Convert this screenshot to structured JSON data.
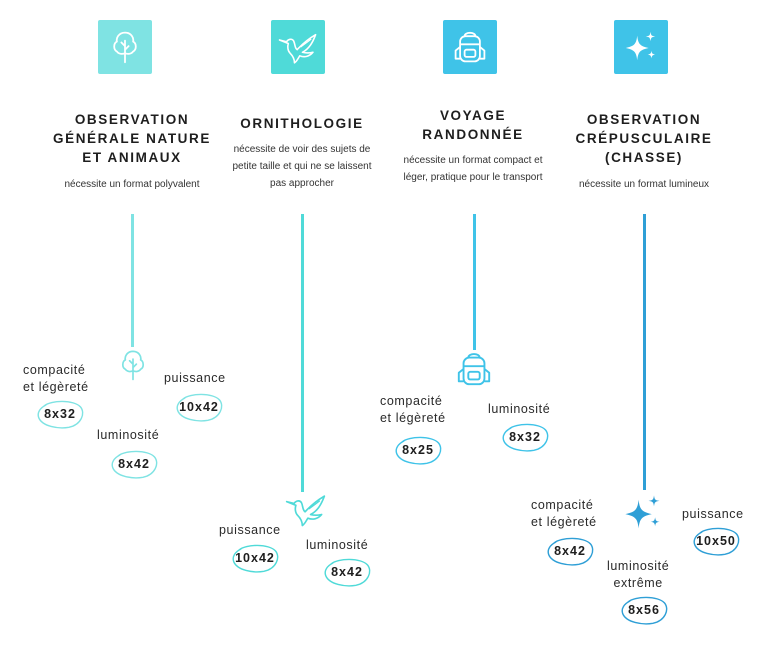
{
  "colors": {
    "c1": "#7fe3e3",
    "c2": "#4fdad8",
    "c3": "#3fc3e8",
    "c4": "#2f9fd6"
  },
  "columns": [
    {
      "icon": "tree-icon",
      "title": [
        "OBSERVATION",
        "GÉNÉRALE NATURE",
        "ET ANIMAUX"
      ],
      "description": [
        "nécessite un format polyvalent"
      ],
      "badges": [
        {
          "label": [
            "compacité",
            "et légèreté"
          ],
          "value": "8x32"
        },
        {
          "label": [
            "puissance"
          ],
          "value": "10x42"
        },
        {
          "label": [
            "luminosité"
          ],
          "value": "8x42"
        }
      ]
    },
    {
      "icon": "hummingbird-icon",
      "title": [
        "ORNITHOLOGIE"
      ],
      "description": [
        "nécessite de voir des sujets de",
        "petite taille et qui ne se laissent",
        "pas approcher"
      ],
      "badges": [
        {
          "label": [
            "puissance"
          ],
          "value": "10x42"
        },
        {
          "label": [
            "luminosité"
          ],
          "value": "8x42"
        }
      ]
    },
    {
      "icon": "backpack-icon",
      "title": [
        "VOYAGE",
        "RANDONNÉE"
      ],
      "description": [
        "nécessite un format compact et",
        "léger, pratique pour le transport"
      ],
      "badges": [
        {
          "label": [
            "compacité",
            "et légèreté"
          ],
          "value": "8x25"
        },
        {
          "label": [
            "luminosité"
          ],
          "value": "8x32"
        }
      ]
    },
    {
      "icon": "sparkles-icon",
      "title": [
        "OBSERVATION",
        "CRÉPUSCULAIRE",
        "(CHASSE)"
      ],
      "description": [
        "nécessite un format lumineux"
      ],
      "badges": [
        {
          "label": [
            "compacité",
            "et légèreté"
          ],
          "value": "8x42"
        },
        {
          "label": [
            "puissance"
          ],
          "value": "10x50"
        },
        {
          "label": [
            "luminosité",
            "extrême"
          ],
          "value": "8x56"
        }
      ]
    }
  ]
}
